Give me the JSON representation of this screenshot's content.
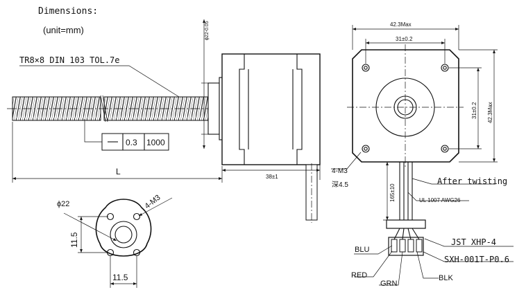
{
  "header": {
    "title": "Dimensions:",
    "subtitle": "(unit=mm)"
  },
  "screw": {
    "thread_spec": "TR8×8 DIN 103 TOL.7e",
    "length_label": "L",
    "runout_value": "0.3",
    "runout_length": "1000"
  },
  "motor_side": {
    "boss_diameter": "ϕ22-0.05",
    "body_length": "38±1",
    "mount_thread": "4-M3",
    "thread_depth": "深4.5"
  },
  "motor_front": {
    "overall_width": "42.3Max",
    "hole_spacing_h": "31±0.2",
    "hole_spacing_v": "31±0.2",
    "overall_height": "42.3Max"
  },
  "cable": {
    "twist_note": "After twisting",
    "wire_spec": "UL 1007 AWG26",
    "cable_length": "165±10",
    "connector": "JST XHP-4",
    "terminal": "SXH-001T-P0.6",
    "wires": [
      "BLU",
      "RED",
      "GRN",
      "BLK"
    ]
  },
  "nut": {
    "diameter": "ϕ22",
    "thread": "4-M3",
    "dim_vertical": "11.5",
    "dim_horizontal": "11.5"
  }
}
